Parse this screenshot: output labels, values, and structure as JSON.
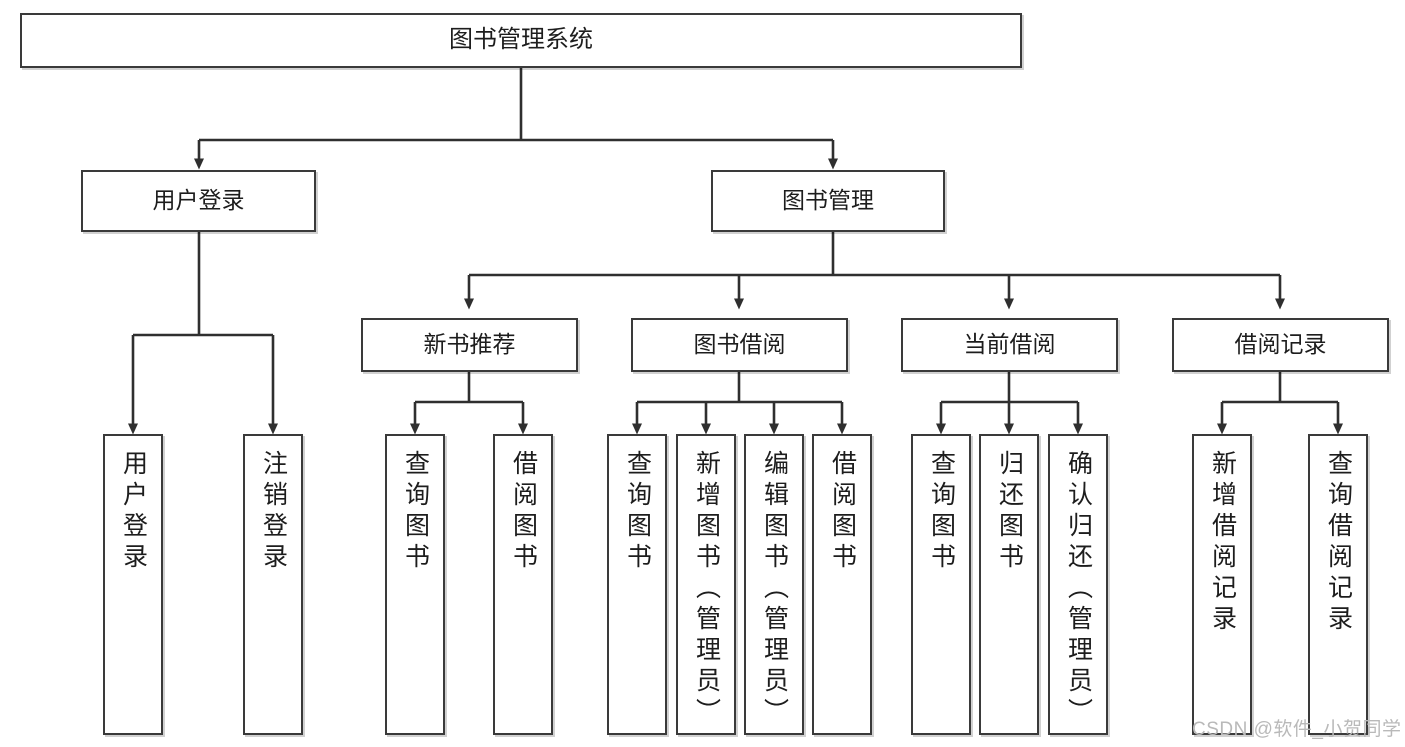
{
  "diagram": {
    "title": "图书管理系统",
    "type": "tree-hierarchy",
    "levels": 4,
    "root": {
      "label": "图书管理系统"
    },
    "level2": [
      {
        "label": "用户登录"
      },
      {
        "label": "图书管理"
      }
    ],
    "level3": [
      {
        "label": "新书推荐"
      },
      {
        "label": "图书借阅"
      },
      {
        "label": "当前借阅"
      },
      {
        "label": "借阅记录"
      }
    ],
    "leaves": {
      "user_login": [
        {
          "label": "用户登录"
        },
        {
          "label": "注销登录"
        }
      ],
      "new_book_recommend": [
        {
          "label": "查询图书"
        },
        {
          "label": "借阅图书"
        }
      ],
      "book_borrow": [
        {
          "label": "查询图书"
        },
        {
          "label": "新增图书（管理员）"
        },
        {
          "label": "编辑图书（管理员）"
        },
        {
          "label": "借阅图书"
        }
      ],
      "current_borrow": [
        {
          "label": "查询图书"
        },
        {
          "label": "归还图书"
        },
        {
          "label": "确认归还（管理员）"
        }
      ],
      "borrow_record": [
        {
          "label": "新增借阅记录"
        },
        {
          "label": "查询借阅记录"
        }
      ]
    }
  },
  "watermark": {
    "text": "CSDN @软件_小贺同学"
  },
  "colors": {
    "box_border": "#3a3a3a",
    "box_fill": "#ffffff",
    "text": "#1d1d1d",
    "edge": "#2f2f2f",
    "watermark": "#b9b9b9"
  }
}
